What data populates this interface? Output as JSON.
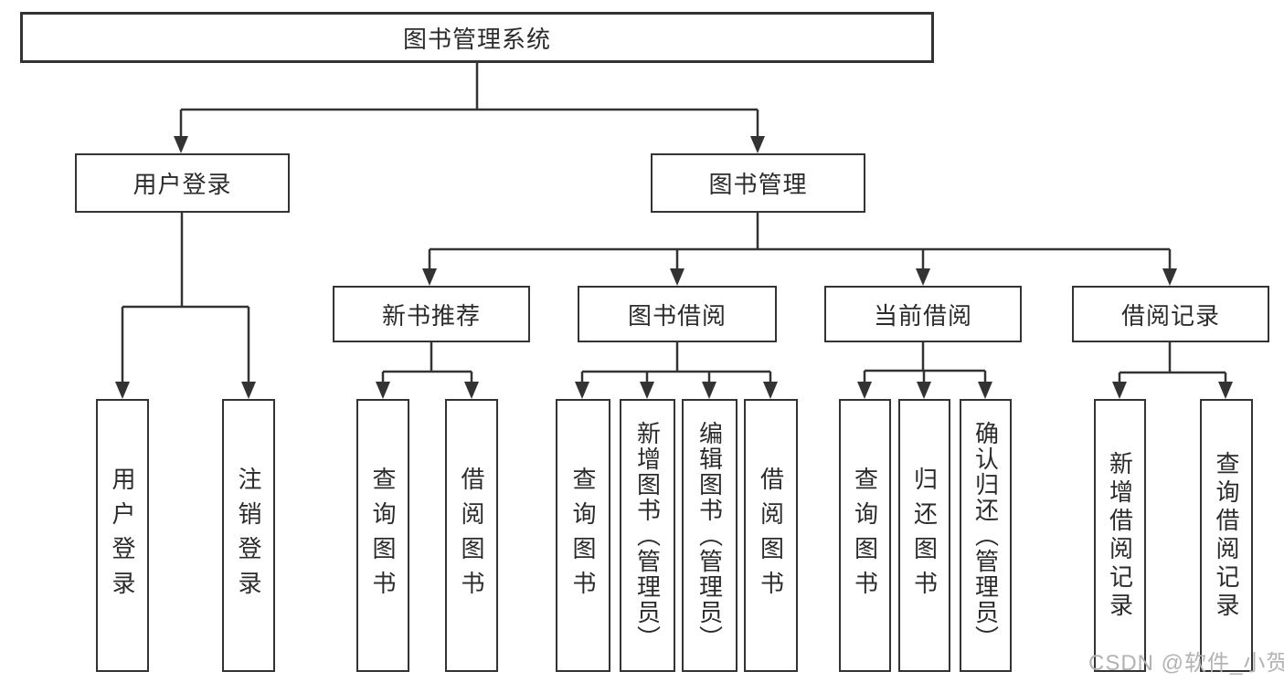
{
  "tree": {
    "label": "图书管理系统",
    "children": [
      {
        "label": "用户登录",
        "children": [
          {
            "label": "用户登录"
          },
          {
            "label": "注销登录"
          }
        ]
      },
      {
        "label": "图书管理",
        "children": [
          {
            "label": "新书推荐",
            "children": [
              {
                "label": "查询图书"
              },
              {
                "label": "借阅图书"
              }
            ]
          },
          {
            "label": "图书借阅",
            "children": [
              {
                "label": "查询图书"
              },
              {
                "label": "新增图书（管理员）"
              },
              {
                "label": "编辑图书（管理员）"
              },
              {
                "label": "借阅图书"
              }
            ]
          },
          {
            "label": "当前借阅",
            "children": [
              {
                "label": "查询图书"
              },
              {
                "label": "归还图书"
              },
              {
                "label": "确认归还（管理员）"
              }
            ]
          },
          {
            "label": "借阅记录",
            "children": [
              {
                "label": "新增借阅记录"
              },
              {
                "label": "查询借阅记录"
              }
            ]
          }
        ]
      }
    ]
  },
  "watermark": {
    "text": "CSDN @软件_小贺同学"
  },
  "colors": {
    "line": "#333333",
    "box_border": "#333333",
    "box_fill": "#ffffff",
    "text": "#2b2b2b",
    "watermark": "#b3b3b3"
  }
}
